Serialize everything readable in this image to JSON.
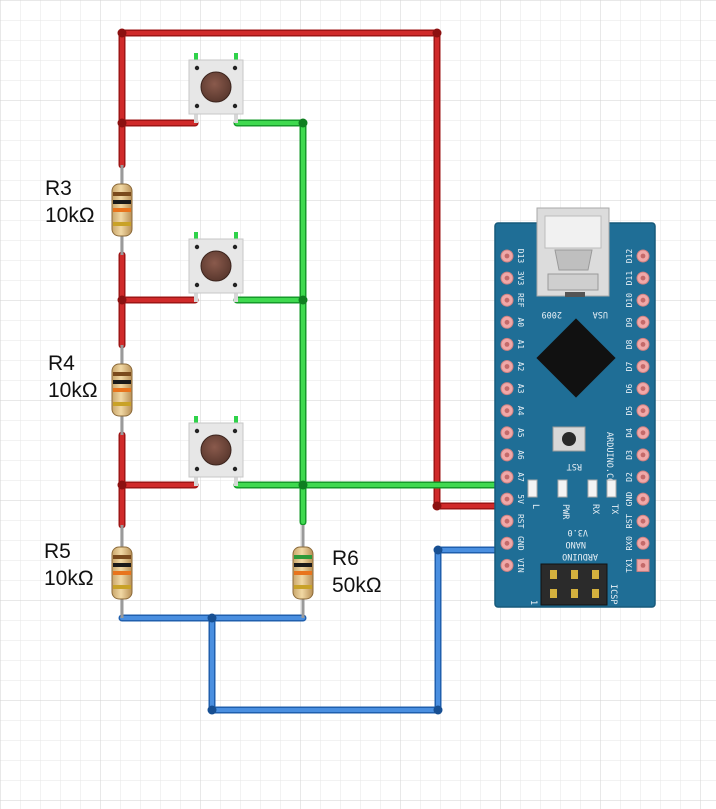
{
  "resistors": [
    {
      "ref": "R3",
      "value": "10kΩ"
    },
    {
      "ref": "R4",
      "value": "10kΩ"
    },
    {
      "ref": "R5",
      "value": "10kΩ"
    },
    {
      "ref": "R6",
      "value": "50kΩ"
    }
  ],
  "buttons": [
    {
      "name": "push-button-1",
      "icon": "tactile-switch-icon"
    },
    {
      "name": "push-button-2",
      "icon": "tactile-switch-icon"
    },
    {
      "name": "push-button-3",
      "icon": "tactile-switch-icon"
    }
  ],
  "wire_colors": {
    "power": "#cc1f1f",
    "signal": "#22c23a",
    "ground": "#2f78d0"
  },
  "arduino": {
    "board_color": "#1f6e96",
    "left_pins": [
      "D13",
      "3V3",
      "REF",
      "A0",
      "A1",
      "A2",
      "A3",
      "A4",
      "A5",
      "A6",
      "A7",
      "5V",
      "RST",
      "GND",
      "VIN"
    ],
    "right_pins": [
      "D12",
      "D11",
      "D10",
      "D9",
      "D8",
      "D7",
      "D6",
      "D5",
      "D4",
      "D3",
      "D2",
      "GND",
      "RST",
      "RX0",
      "TX1"
    ],
    "usb_label": "USA",
    "year_label": "2009",
    "site_label": "ARDUINO.CC",
    "rst_label": "RST",
    "leds": [
      "L",
      "PWR",
      "RX",
      "TX"
    ],
    "version": "V3.0",
    "name_line1": "NANO",
    "name_line2": "ARDUINO",
    "icsp_label": "ICSP",
    "icsp_pin1": "1"
  }
}
